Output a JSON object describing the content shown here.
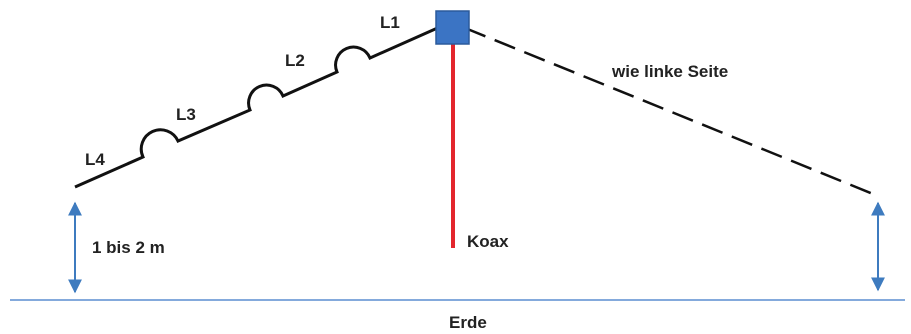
{
  "labels": {
    "l1": "L1",
    "l2": "L2",
    "l3": "L3",
    "l4": "L4",
    "right_side": "wie linke Seite",
    "coax": "Koax",
    "height": "1 bis 2 m",
    "ground": "Erde"
  },
  "colors": {
    "wire": "#111111",
    "feed_box": "#3b74c4",
    "coax": "#e3262d",
    "arrow": "#3e7bbf",
    "ground": "#5b8ed1"
  }
}
